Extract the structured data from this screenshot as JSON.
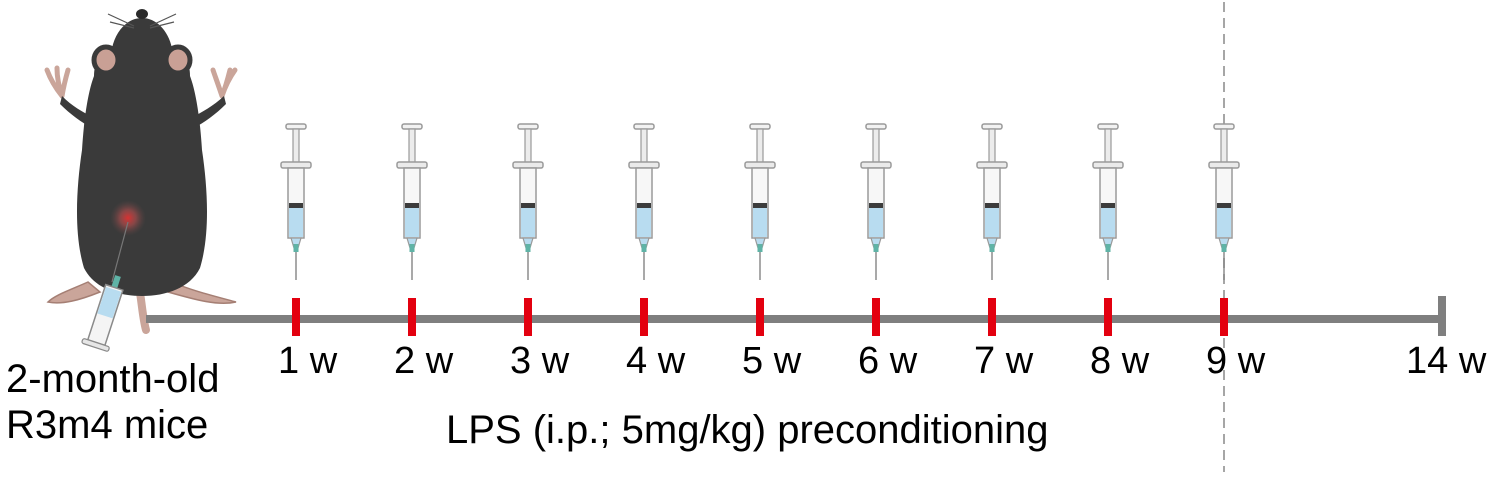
{
  "subject": {
    "line1": "2-month-old",
    "line2": "R3m4 mice"
  },
  "timeline": {
    "end_label": "14 w",
    "injection_weeks": [
      {
        "label": "1 w"
      },
      {
        "label": "2 w"
      },
      {
        "label": "3 w"
      },
      {
        "label": "4 w"
      },
      {
        "label": "5 w"
      },
      {
        "label": "6 w"
      },
      {
        "label": "7 w"
      },
      {
        "label": "8 w"
      },
      {
        "label": "9 w"
      }
    ]
  },
  "treatment": {
    "caption": "LPS (i.p.; 5mg/kg) preconditioning"
  },
  "colors": {
    "timeline_bar": "#7f7f7f",
    "injection_tick": "#e3000f",
    "mouse_body": "#3a3a3a",
    "mouse_skin": "#c9a095",
    "syringe_liquid": "#b8dcf0",
    "needle_hub": "#5fb3a6",
    "dashed_line": "#a6a6a6"
  },
  "icons": [
    "mouse-icon",
    "syringe-icon"
  ]
}
